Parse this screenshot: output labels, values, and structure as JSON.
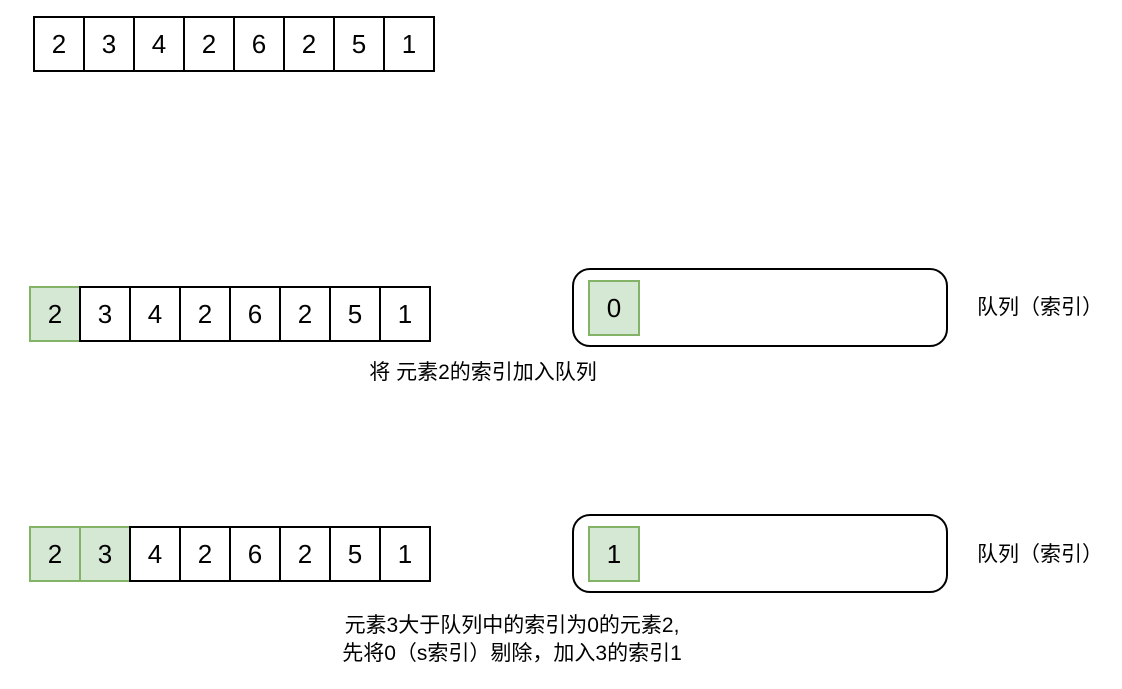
{
  "colors": {
    "background": "#ffffff",
    "cell_fill": "#ffffff",
    "cell_border": "#000000",
    "highlight_fill": "#d5e8d4",
    "highlight_border": "#82b366",
    "text": "#000000"
  },
  "step0": {
    "array": {
      "cells": [
        "2",
        "3",
        "4",
        "2",
        "6",
        "2",
        "5",
        "1"
      ],
      "highlighted_count": 0
    }
  },
  "step1": {
    "array": {
      "cells": [
        "2",
        "3",
        "4",
        "2",
        "6",
        "2",
        "5",
        "1"
      ],
      "highlighted_count": 1
    },
    "queue": {
      "items": [
        "0"
      ],
      "label": "队列（索引）"
    },
    "caption": "将 元素2的索引加入队列"
  },
  "step2": {
    "array": {
      "cells": [
        "2",
        "3",
        "4",
        "2",
        "6",
        "2",
        "5",
        "1"
      ],
      "highlighted_count": 2
    },
    "queue": {
      "items": [
        "1"
      ],
      "label": "队列（索引）"
    },
    "caption_line1": "元素3大于队列中的索引为0的元素2,",
    "caption_line2": "先将0（s索引）剔除，加入3的索引1"
  }
}
